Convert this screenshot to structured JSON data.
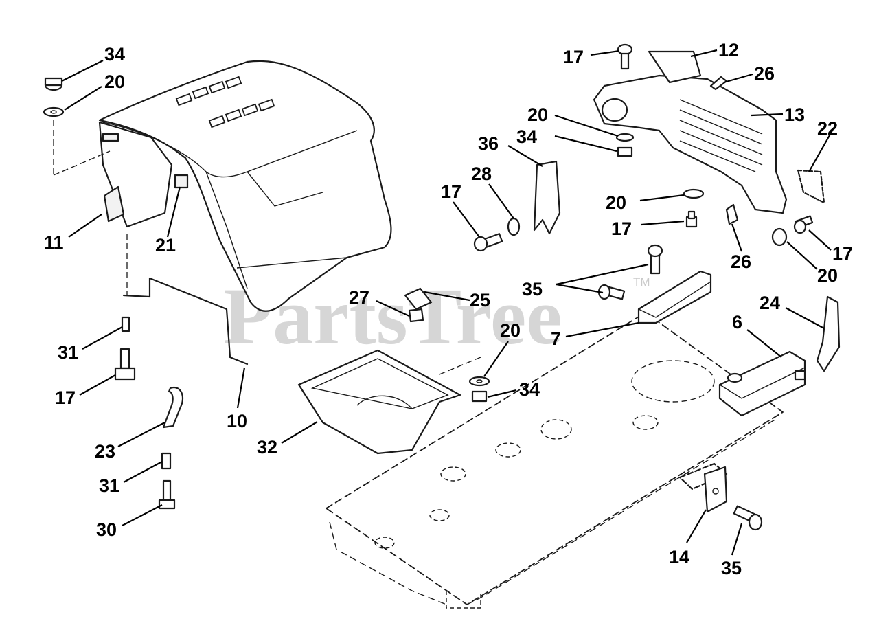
{
  "watermark": {
    "text": "PartsTree",
    "mark": "TM"
  },
  "callouts": [
    {
      "id": "c34a",
      "text": "34"
    },
    {
      "id": "c20a",
      "text": "20"
    },
    {
      "id": "c11",
      "text": "11"
    },
    {
      "id": "c21",
      "text": "21"
    },
    {
      "id": "c31a",
      "text": "31"
    },
    {
      "id": "c17a",
      "text": "17"
    },
    {
      "id": "c10",
      "text": "10"
    },
    {
      "id": "c23",
      "text": "23"
    },
    {
      "id": "c31b",
      "text": "31"
    },
    {
      "id": "c30",
      "text": "30"
    },
    {
      "id": "c32",
      "text": "32"
    },
    {
      "id": "c27",
      "text": "27"
    },
    {
      "id": "c25",
      "text": "25"
    },
    {
      "id": "c20b",
      "text": "20"
    },
    {
      "id": "c34b",
      "text": "34"
    },
    {
      "id": "c17b",
      "text": "17"
    },
    {
      "id": "c12",
      "text": "12"
    },
    {
      "id": "c26a",
      "text": "26"
    },
    {
      "id": "c13",
      "text": "13"
    },
    {
      "id": "c20c",
      "text": "20"
    },
    {
      "id": "c34c",
      "text": "34"
    },
    {
      "id": "c36",
      "text": "36"
    },
    {
      "id": "c28",
      "text": "28"
    },
    {
      "id": "c17c",
      "text": "17"
    },
    {
      "id": "c22",
      "text": "22"
    },
    {
      "id": "c20d",
      "text": "20"
    },
    {
      "id": "c17d",
      "text": "17"
    },
    {
      "id": "c26b",
      "text": "26"
    },
    {
      "id": "c17e",
      "text": "17"
    },
    {
      "id": "c20e",
      "text": "20"
    },
    {
      "id": "c35a",
      "text": "35"
    },
    {
      "id": "c7",
      "text": "7"
    },
    {
      "id": "c24",
      "text": "24"
    },
    {
      "id": "c6",
      "text": "6"
    },
    {
      "id": "c14",
      "text": "14"
    },
    {
      "id": "c35b",
      "text": "35"
    }
  ]
}
